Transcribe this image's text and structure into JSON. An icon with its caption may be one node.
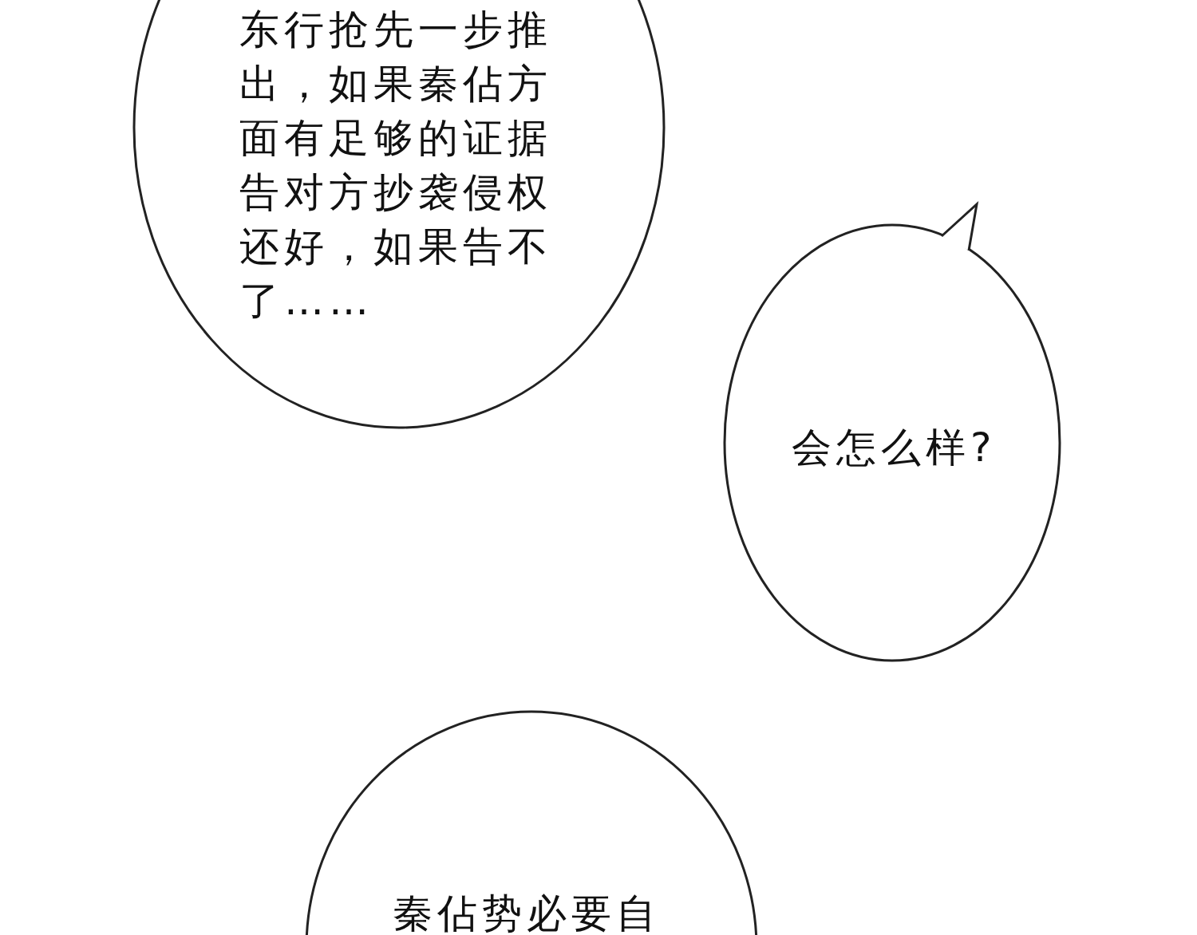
{
  "diagram": {
    "nodes": [
      {
        "text": [
          "东行抢先一步推出，如果秦佔方面有足够的证据告对方抄袭侵权还好，如果告不了……"
        ]
      },
      {
        "text": [
          "会怎么样?"
        ]
      },
      {
        "text": [
          "秦佔势必要自"
        ]
      }
    ]
  }
}
